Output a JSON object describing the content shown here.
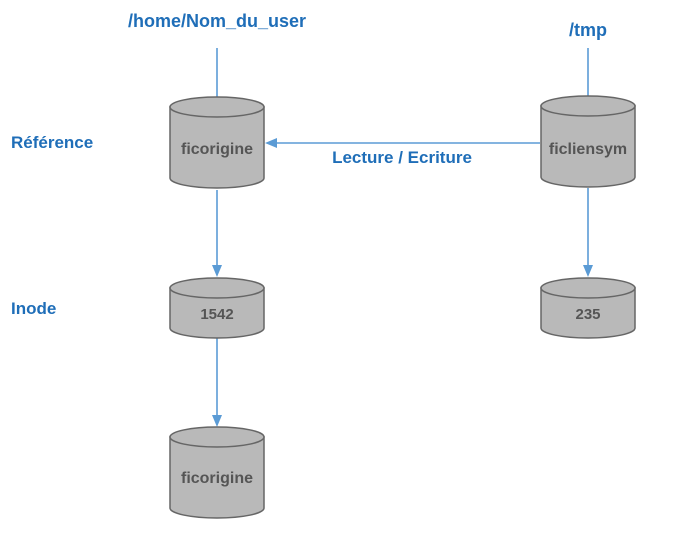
{
  "paths": {
    "home": "/home/Nom_du_user",
    "tmp": "/tmp"
  },
  "rows": {
    "reference": "Référence",
    "inode": "Inode"
  },
  "link_label": "Lecture / Ecriture",
  "nodes": {
    "ref_left": "ficorigine",
    "ref_right": "ficliensym",
    "inode_left": "1542",
    "inode_right": "235",
    "data_left": "ficorigine"
  },
  "colors": {
    "label_blue": "#1F6EB8",
    "connector": "#5B9BD5",
    "cylinder_fill": "#B9B9B9",
    "cylinder_stroke": "#666666",
    "cylinder_text": "#555555"
  }
}
